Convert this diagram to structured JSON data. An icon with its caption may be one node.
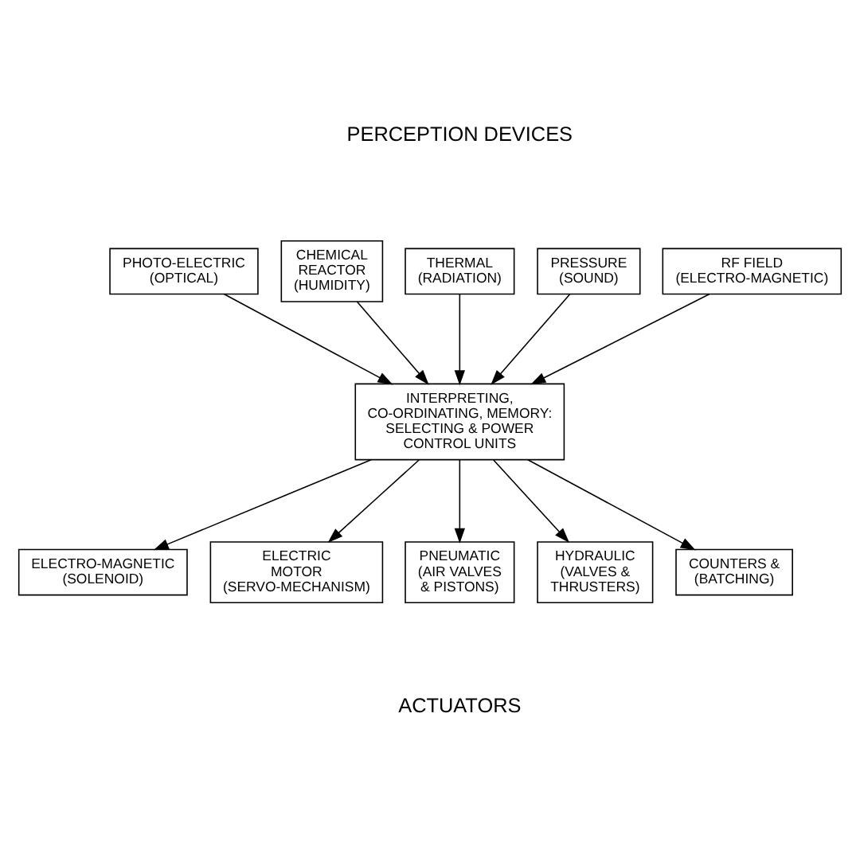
{
  "diagram": {
    "nodes": [
      {
        "text": [
          "PHOTO-ELECTRIC (OPTICAL)"
        ]
      },
      {
        "text": [
          "CHEMICAL REACTOR (HUMIDITY)"
        ]
      },
      {
        "text": [
          "THERMAL (RADIATION)"
        ]
      },
      {
        "text": [
          "PRESSURE (SOUND)"
        ]
      },
      {
        "text": [
          "RF FIELD (ELECTRO-MAGNETIC)"
        ]
      },
      {
        "text": [
          "INTERPRETING, CO-ORDINATING, MEMORY: SELECTING & POWER CONTROL UNITS"
        ]
      },
      {
        "text": [
          "ELECTRO-MAGNETIC (SOLENOID)"
        ]
      },
      {
        "text": [
          "ELECTRIC MOTOR (SERVO-MECHANISM)"
        ]
      },
      {
        "text": [
          "PNEUMATIC (AIR VALVES & PISTONS)"
        ]
      },
      {
        "text": [
          "HYDRAULIC (VALVES & THRUSTERS)"
        ]
      },
      {
        "text": [
          "COUNTERS & (BATCHING)"
        ]
      }
    ],
    "edges": [
      {
        "from": 0,
        "to": 5,
        "arrow": "to"
      },
      {
        "from": 1,
        "to": 5,
        "arrow": "to"
      },
      {
        "from": 2,
        "to": 5,
        "arrow": "to"
      },
      {
        "from": 3,
        "to": 5,
        "arrow": "to"
      },
      {
        "from": 4,
        "to": 5,
        "arrow": "to"
      },
      {
        "from": 5,
        "to": 6,
        "arrow": "to"
      },
      {
        "from": 5,
        "to": 7,
        "arrow": "to"
      },
      {
        "from": 5,
        "to": 8,
        "arrow": "to"
      },
      {
        "from": 5,
        "to": 9,
        "arrow": "to"
      },
      {
        "from": 5,
        "to": 10,
        "arrow": "to"
      }
    ],
    "labels": [
      "PERCEPTION DEVICES",
      "ACTUATORS"
    ]
  }
}
